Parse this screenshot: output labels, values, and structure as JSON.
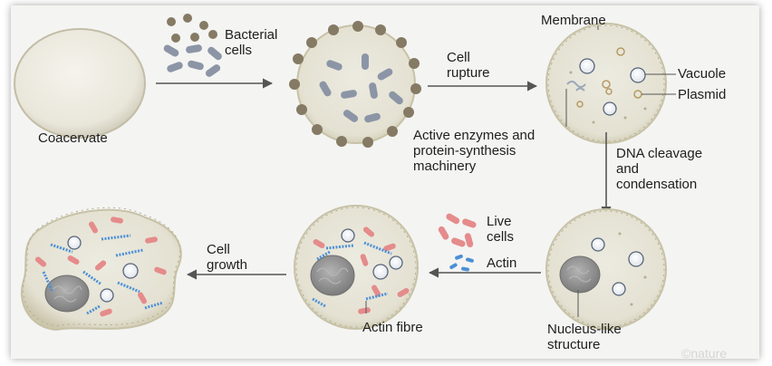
{
  "labels": {
    "coacervate": "Coacervate",
    "bacterial_cells": "Bacterial\ncells",
    "cell_rupture": "Cell\nrupture",
    "membrane": "Membrane",
    "vacuole": "Vacuole",
    "plasmid": "Plasmid",
    "active_enzymes": "Active enzymes and\nprotein-synthesis\nmachinery",
    "dna_cleavage": "DNA cleavage\nand\ncondensation",
    "live_cells": "Live\ncells",
    "actin": "Actin",
    "cell_growth": "Cell\ngrowth",
    "actin_fibre": "Actin fibre",
    "nucleus_like": "Nucleus-like\nstructure",
    "credit": "©nature"
  },
  "colors": {
    "background": "#f4f4f3",
    "cell_fill": "#e8e5d6",
    "cell_border": "#c7c2a6",
    "bacteria_rod": "#8c95a6",
    "bacteria_sphere": "#857a64",
    "live_cell": "#e58b8b",
    "actin": "#4a90d6",
    "nucleus": "#8f8f8f",
    "arrow": "#555555"
  }
}
